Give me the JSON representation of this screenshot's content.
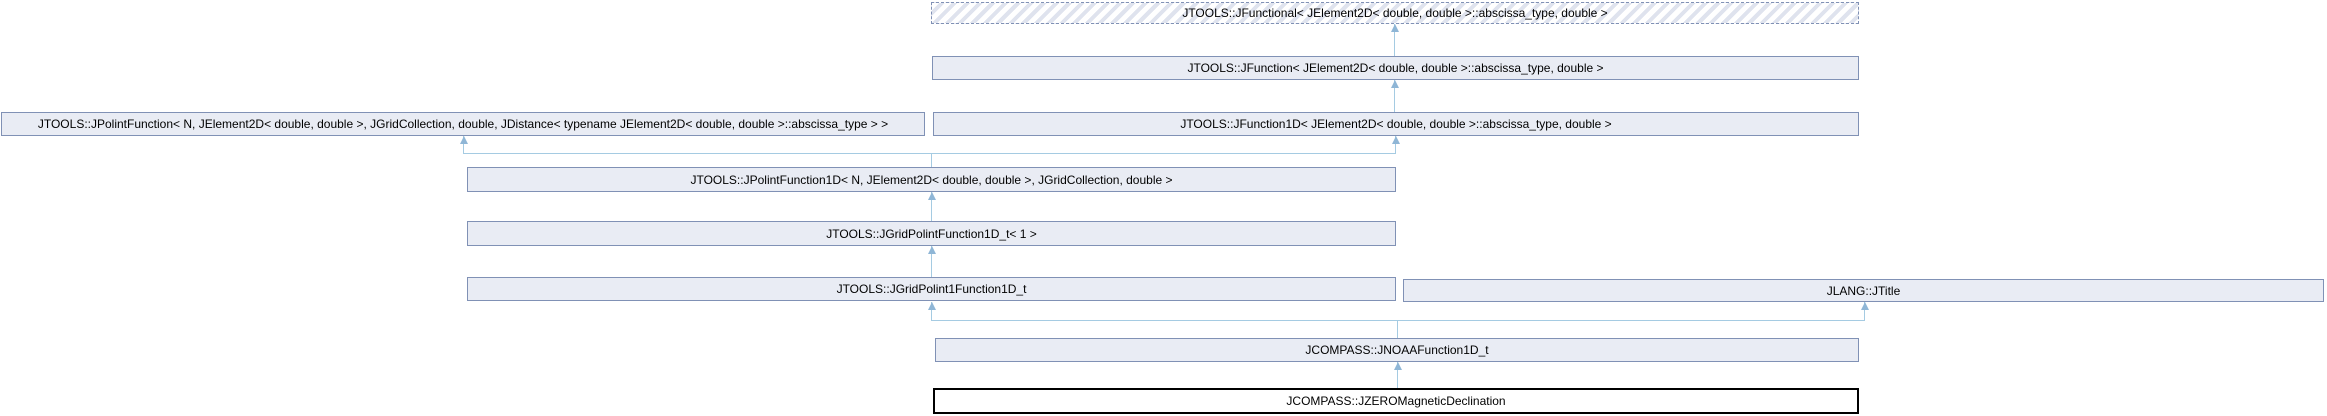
{
  "diagram": {
    "kind": "class-inheritance-graph",
    "nodes": {
      "jfunctional": {
        "label": "JTOOLS::JFunctional< JElement2D< double, double >::abscissa_type, double >",
        "style": "dashed-hatched"
      },
      "jfunction": {
        "label": "JTOOLS::JFunction< JElement2D< double, double >::abscissa_type, double >",
        "style": "solid"
      },
      "jpolintfunction": {
        "label": "JTOOLS::JPolintFunction< N, JElement2D< double, double >, JGridCollection, double, JDistance< typename JElement2D< double, double >::abscissa_type > >",
        "style": "solid"
      },
      "jfunction1d": {
        "label": "JTOOLS::JFunction1D< JElement2D< double, double >::abscissa_type, double >",
        "style": "solid"
      },
      "jpolintfunction1d": {
        "label": "JTOOLS::JPolintFunction1D< N, JElement2D< double, double >, JGridCollection, double >",
        "style": "solid"
      },
      "jgridpolintfunction1d_t": {
        "label": "JTOOLS::JGridPolintFunction1D_t< 1 >",
        "style": "solid"
      },
      "jgridpolint1function1d_t": {
        "label": "JTOOLS::JGridPolint1Function1D_t",
        "style": "solid"
      },
      "jtitle": {
        "label": "JLANG::JTitle",
        "style": "solid"
      },
      "jnoaafunction1d_t": {
        "label": "JCOMPASS::JNOAAFunction1D_t",
        "style": "solid"
      },
      "jzeromagneticdeclination": {
        "label": "JCOMPASS::JZEROMagneticDeclination",
        "style": "main-black-border"
      }
    },
    "edges": [
      {
        "derived": "jfunction",
        "base": "jfunctional"
      },
      {
        "derived": "jfunction1d",
        "base": "jfunction"
      },
      {
        "derived": "jpolintfunction1d",
        "base": "jpolintfunction"
      },
      {
        "derived": "jpolintfunction1d",
        "base": "jfunction1d"
      },
      {
        "derived": "jgridpolintfunction1d_t",
        "base": "jpolintfunction1d"
      },
      {
        "derived": "jgridpolint1function1d_t",
        "base": "jgridpolintfunction1d_t"
      },
      {
        "derived": "jnoaafunction1d_t",
        "base": "jgridpolint1function1d_t"
      },
      {
        "derived": "jnoaafunction1d_t",
        "base": "jtitle"
      },
      {
        "derived": "jzeromagneticdeclination",
        "base": "jnoaafunction1d_t"
      }
    ],
    "colors": {
      "node_fill": "#e9ecf4",
      "node_border": "#8091b5",
      "hatch_stripe": "#dfe3ee",
      "edge_line": "#a5cbe2",
      "arrowhead": "#8fb6d6",
      "main_node_border": "#000000",
      "main_node_fill": "#ffffff",
      "text": "#000000",
      "background": "#ffffff"
    }
  }
}
